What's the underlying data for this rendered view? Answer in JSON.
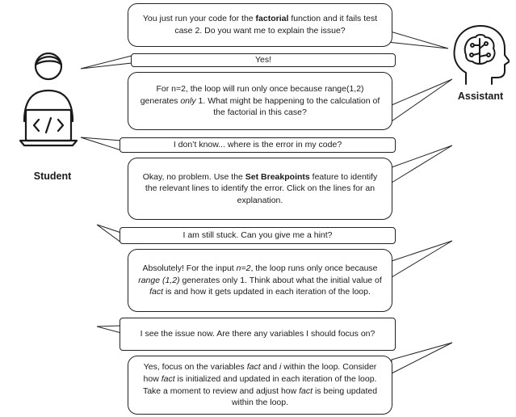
{
  "actors": {
    "student": {
      "label": "Student",
      "icon": "student-laptop-icon"
    },
    "assistant": {
      "label": "Assistant",
      "icon": "ai-brain-head-icon"
    }
  },
  "colors": {
    "line": "#222222",
    "background": "#ffffff",
    "text": "#1a1a1a"
  },
  "messages": [
    {
      "speaker": "assistant",
      "segments": [
        {
          "t": "You just run your code for the "
        },
        {
          "t": "factorial",
          "b": true
        },
        {
          "t": " function and it fails test case 2. Do you want me to explain the issue?"
        }
      ]
    },
    {
      "speaker": "student",
      "segments": [
        {
          "t": "Yes!"
        }
      ]
    },
    {
      "speaker": "assistant",
      "segments": [
        {
          "t": "For n=2, the loop will run only once because range(1,2) generates "
        },
        {
          "t": "only",
          "i": true
        },
        {
          "t": " 1. What might be happening to the calculation of the factorial in this case?"
        }
      ]
    },
    {
      "speaker": "student",
      "segments": [
        {
          "t": "I don’t know... where is the error in my code?"
        }
      ]
    },
    {
      "speaker": "assistant",
      "segments": [
        {
          "t": "Okay, no problem. Use the "
        },
        {
          "t": "Set Breakpoints",
          "b": true
        },
        {
          "t": " feature to identify the relevant lines to identify the error. Click on the lines for an explanation."
        }
      ]
    },
    {
      "speaker": "student",
      "segments": [
        {
          "t": "I am still stuck. Can you give me a hint?"
        }
      ]
    },
    {
      "speaker": "assistant",
      "segments": [
        {
          "t": "Absolutely! For the input "
        },
        {
          "t": "n=2",
          "i": true
        },
        {
          "t": ", the loop runs only once because "
        },
        {
          "t": "range (1,2)",
          "i": true
        },
        {
          "t": " generates only 1. Think about what the initial value of "
        },
        {
          "t": "fact",
          "i": true
        },
        {
          "t": " is and how it gets updated in each iteration of the loop."
        }
      ]
    },
    {
      "speaker": "student",
      "segments": [
        {
          "t": "I see the issue now. Are there any variables I should focus on?"
        }
      ]
    },
    {
      "speaker": "assistant",
      "segments": [
        {
          "t": "Yes, focus on the variables "
        },
        {
          "t": "fact",
          "i": true
        },
        {
          "t": " and "
        },
        {
          "t": "i",
          "i": true
        },
        {
          "t": " within the loop. Consider how "
        },
        {
          "t": "fact",
          "i": true
        },
        {
          "t": " is initialized and updated in each iteration of the loop. Take a moment to review and adjust how "
        },
        {
          "t": "fact",
          "i": true
        },
        {
          "t": " is being updated within the loop."
        }
      ]
    }
  ]
}
